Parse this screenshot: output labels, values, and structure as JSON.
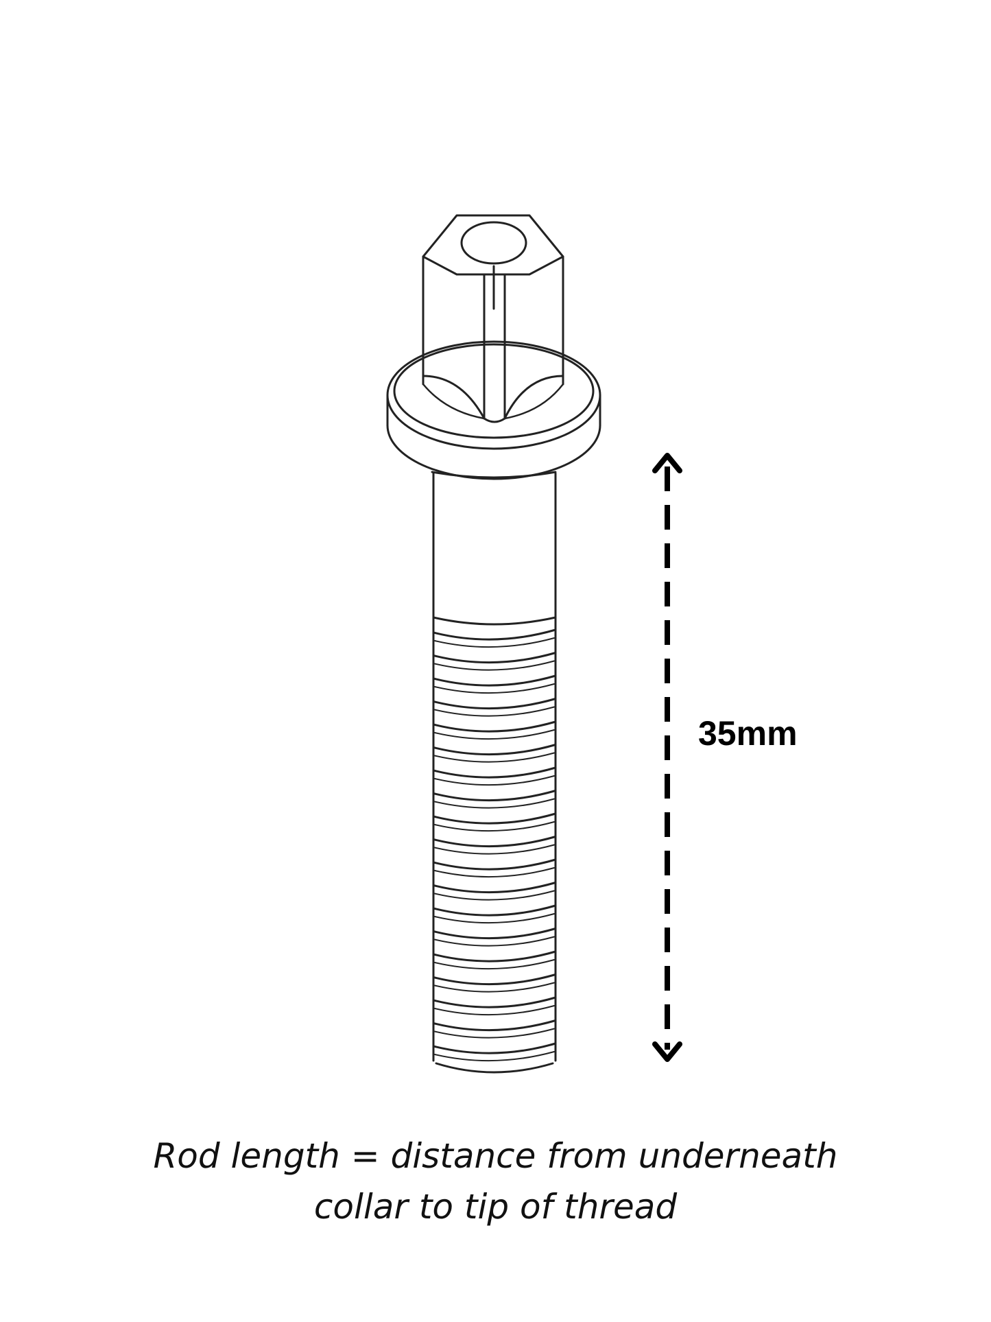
{
  "dimension": {
    "value_label": "35mm"
  },
  "caption": {
    "line1": "Rod length = distance from underneath",
    "line2": "collar to tip of thread"
  },
  "colors": {
    "line": "#222222",
    "arrow": "#000000",
    "background": "#ffffff"
  }
}
